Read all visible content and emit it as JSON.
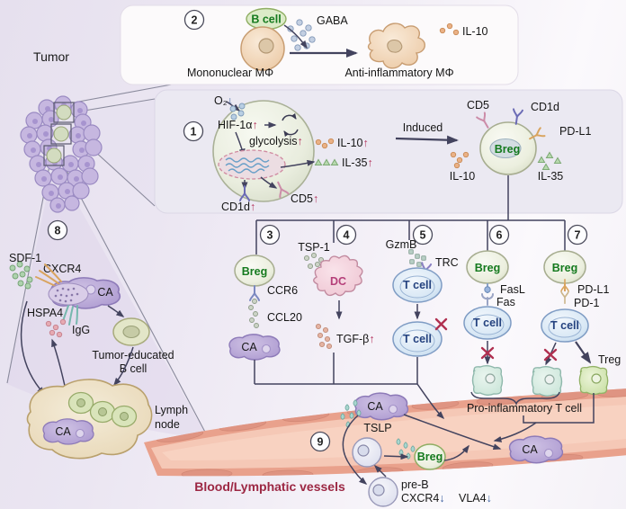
{
  "palette": {
    "background": "#ece7f3",
    "line": "#43435e",
    "up_arrow": "#b5365f",
    "down_arrow": "#3a5fa0",
    "breg_text": "#157a1e",
    "tcell_text": "#24427f",
    "dc_text": "#b5407a",
    "vessel_label_color": "#9c2743",
    "vessel_fill": "#f5c8b6",
    "blocked_x": "#b03050"
  },
  "tumor": {
    "label": "Tumor"
  },
  "s2": {
    "num": "2",
    "bcell": "B cell",
    "gaba": "GABA",
    "il10": "IL-10",
    "mono": "Mononuclear MΦ",
    "anti": "Anti-inflammatory MΦ"
  },
  "s1": {
    "num": "1",
    "o2": "O₂",
    "o2_arrow": "↓",
    "hif": "HIF-1α",
    "hif_arrow": "↑",
    "glycolysis": "glycolysis",
    "glycolysis_arrow": "↑",
    "il10": "IL-10",
    "il10_arrow": "↑",
    "il35": "IL-35",
    "il35_arrow": "↑",
    "cd1d": "CD1d",
    "cd1d_arrow": "↑",
    "cd5": "CD5",
    "cd5_arrow": "↑",
    "induced": "Induced"
  },
  "breg": {
    "name": "Breg",
    "cd5": "CD5",
    "cd1d": "CD1d",
    "pdl1": "PD-L1",
    "il10": "IL-10",
    "il35": "IL-35"
  },
  "s3": {
    "num": "3",
    "breg": "Breg",
    "ccr6": "CCR6",
    "ccl20": "CCL20",
    "ca": "CA"
  },
  "s4": {
    "num": "4",
    "tsp1": "TSP-1",
    "dc": "DC",
    "tgfb": "TGF-β",
    "tgfb_arrow": "↑"
  },
  "s5": {
    "num": "5",
    "gzmb": "GzmB",
    "trc": "TRC",
    "tcell_top": "T cell",
    "tcell_bottom": "T cell"
  },
  "s6": {
    "num": "6",
    "breg": "Breg",
    "fasl": "FasL",
    "fas": "Fas",
    "tcell": "T cell"
  },
  "s7": {
    "num": "7",
    "breg": "Breg",
    "pdl1": "PD-L1",
    "pd1": "PD-1",
    "tcell": "T cell",
    "treg": "Treg"
  },
  "proinf": {
    "label": "Pro-inflammatory T cell"
  },
  "s8": {
    "num": "8",
    "sdf1": "SDF-1",
    "cxcr4": "CXCR4",
    "hspa4": "HSPA4",
    "igg": "IgG",
    "ca": "CA",
    "teb_line1": "Tumor-educated",
    "teb_line2": "B cell",
    "lymph_line1": "Lymph",
    "lymph_line2": "node",
    "node_ca": "CA"
  },
  "s9": {
    "num": "9",
    "ca_top": "CA",
    "tslp": "TSLP",
    "breg": "Breg",
    "ca_vessel": "CA",
    "preb": "pre-B",
    "cxcr4": "CXCR4",
    "cxcr4_arrow": "↓",
    "vla4": "VLA4",
    "vla4_arrow": "↓"
  },
  "vessel": {
    "label": "Blood/Lymphatic vessels"
  }
}
